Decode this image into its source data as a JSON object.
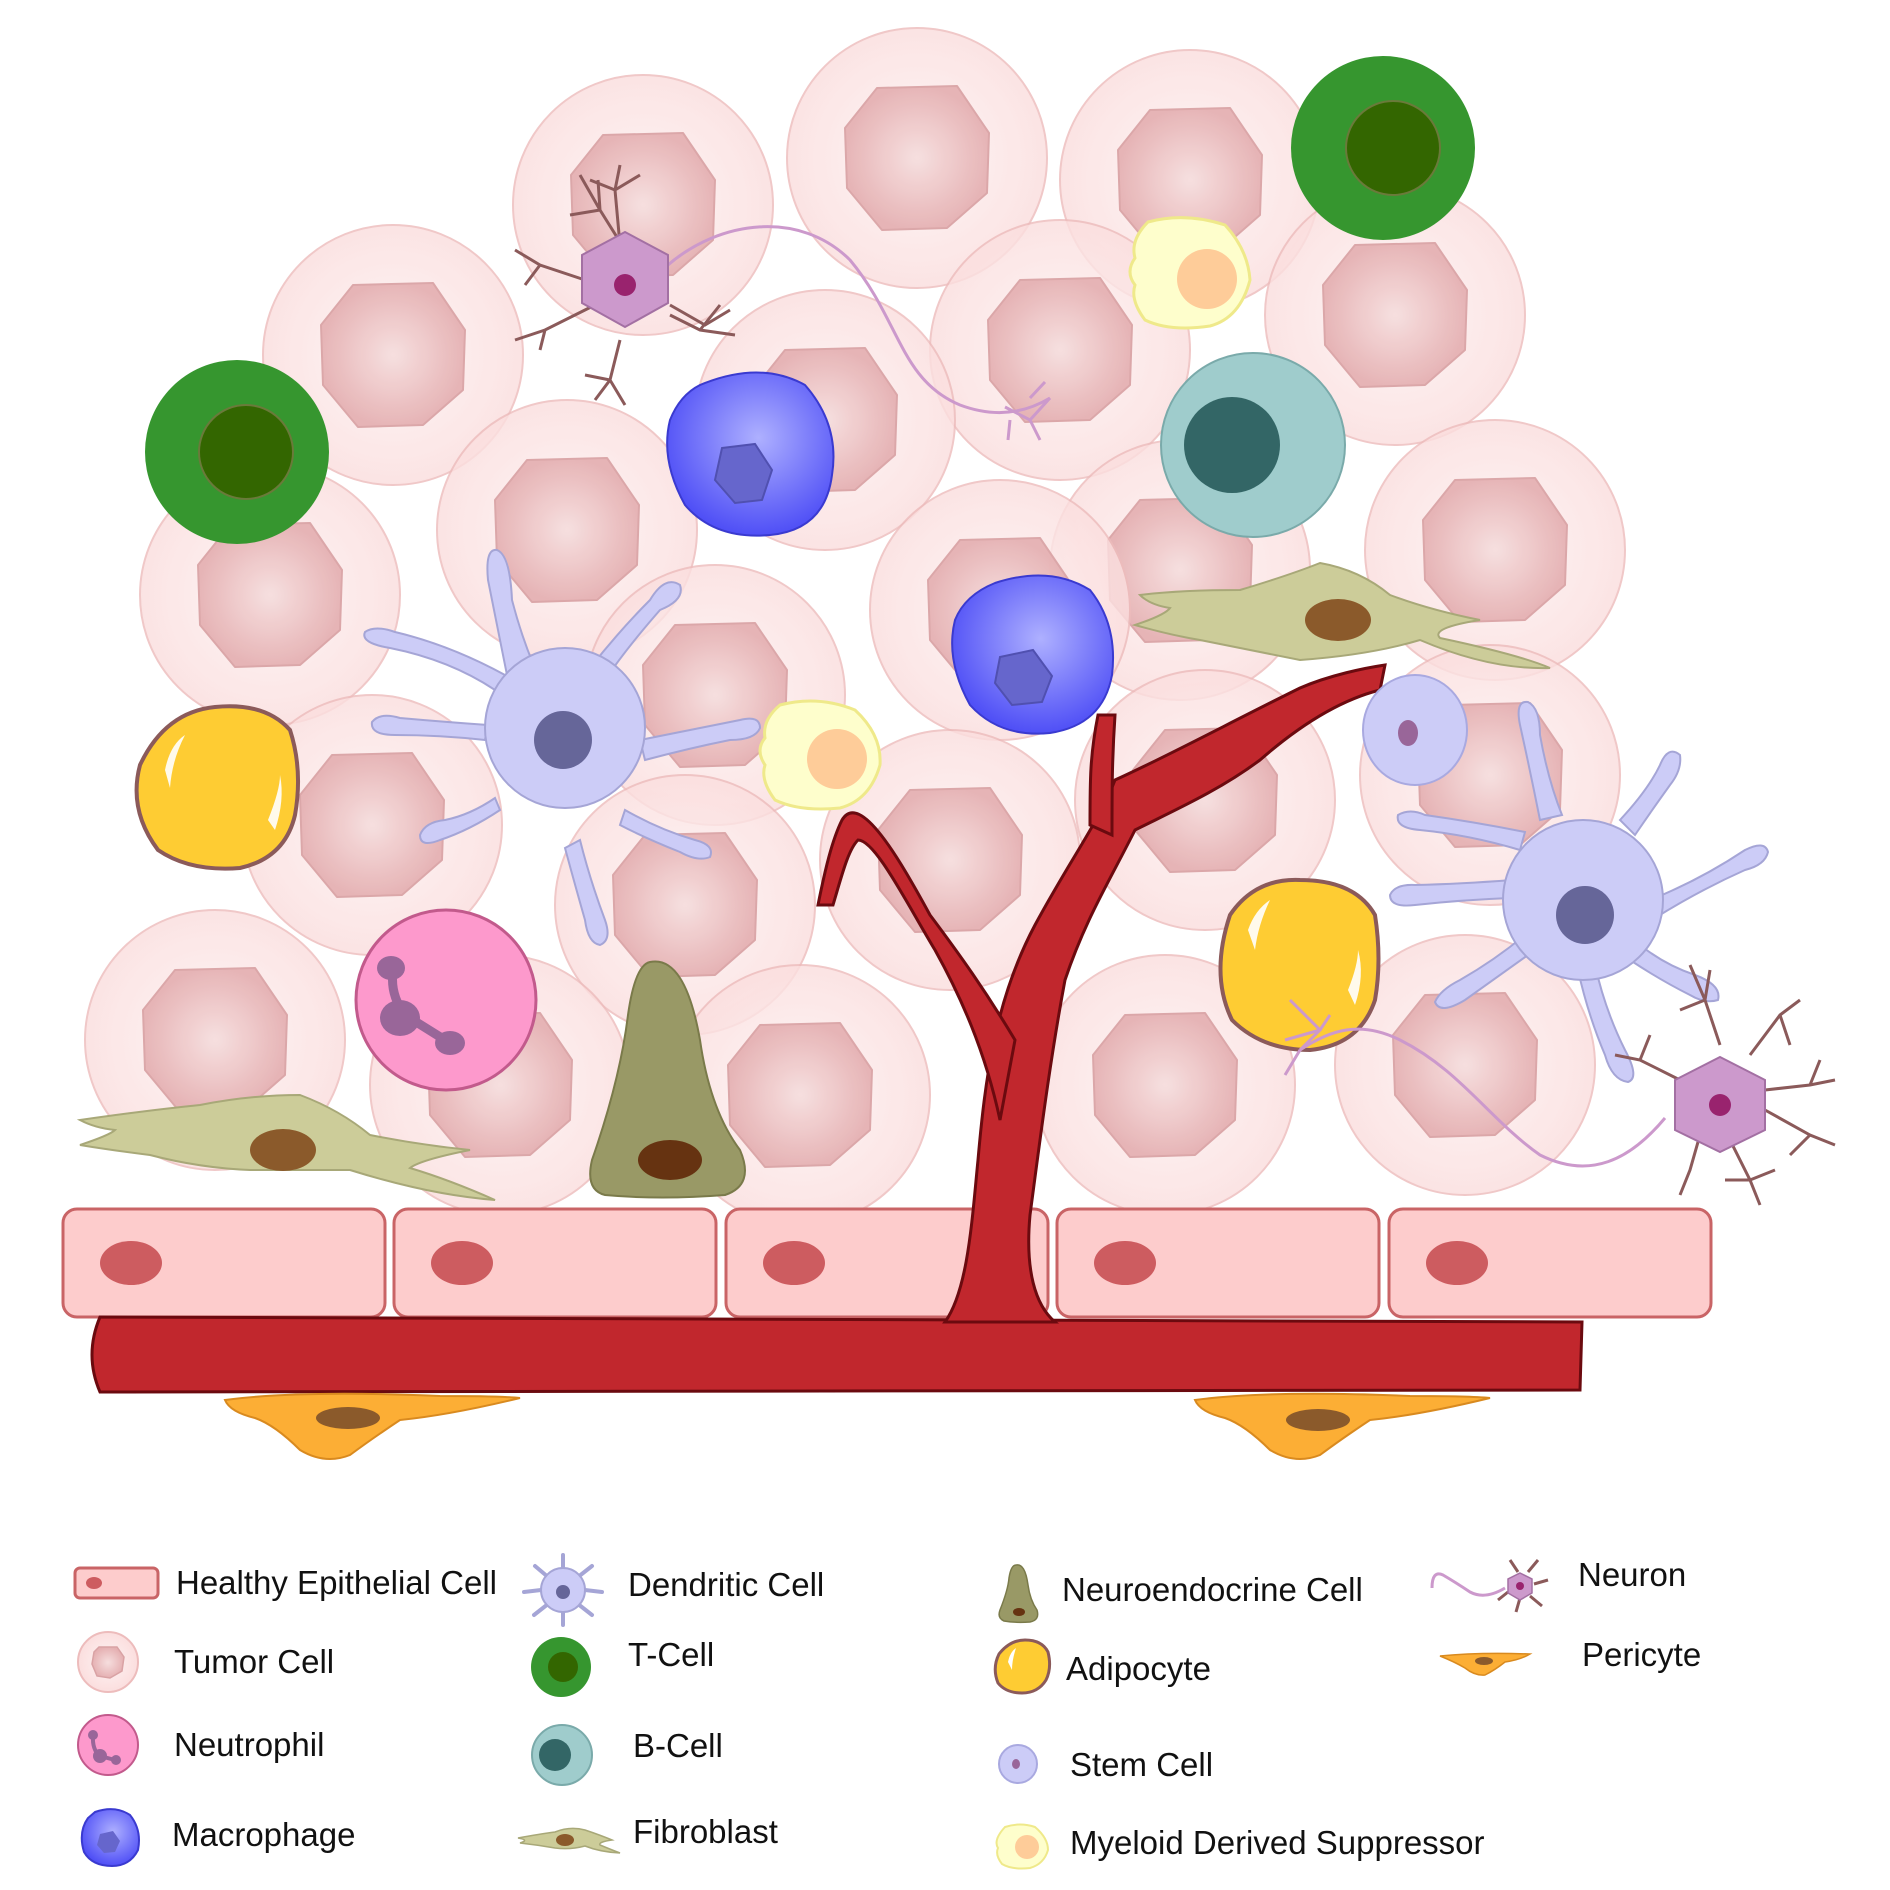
{
  "legend": {
    "healthy_epithelial": "Healthy Epithelial Cell",
    "tumor": "Tumor Cell",
    "neutrophil": "Neutrophil",
    "macrophage": "Macrophage",
    "dendritic": "Dendritic Cell",
    "t_cell": "T-Cell",
    "b_cell": "B-Cell",
    "fibroblast": "Fibroblast",
    "neuroendocrine": "Neuroendocrine Cell",
    "adipocyte": "Adipocyte",
    "stem_cell": "Stem Cell",
    "mdsc": "Myeloid Derived Suppressor",
    "neuron": "Neuron",
    "pericyte": "Pericyte"
  },
  "colors": {
    "tumor_fill": "#fce2e2",
    "tumor_nucleus": "#e9b6b8",
    "epithelial_fill": "#fdcccc",
    "epithelial_stroke": "#c96466",
    "epithelial_nucleus": "#cd5c60",
    "vessel": "#c1272d",
    "vessel_stroke": "#6b0a0f",
    "t_cell": "#36962f",
    "t_cell_nucleus": "#336600",
    "b_cell": "#9fcccc",
    "b_cell_nucleus": "#336666",
    "macrophage": "#6c6cf7",
    "dendritic": "#ccccf7",
    "dendritic_nucleus": "#666699",
    "neutrophil": "#fd99cc",
    "fibroblast": "#cccc99",
    "neuroendocrine": "#999966",
    "adipocyte": "#fecc33",
    "mdsc": "#fefecc",
    "neuron": "#cc99cc",
    "pericyte": "#fcae35"
  }
}
